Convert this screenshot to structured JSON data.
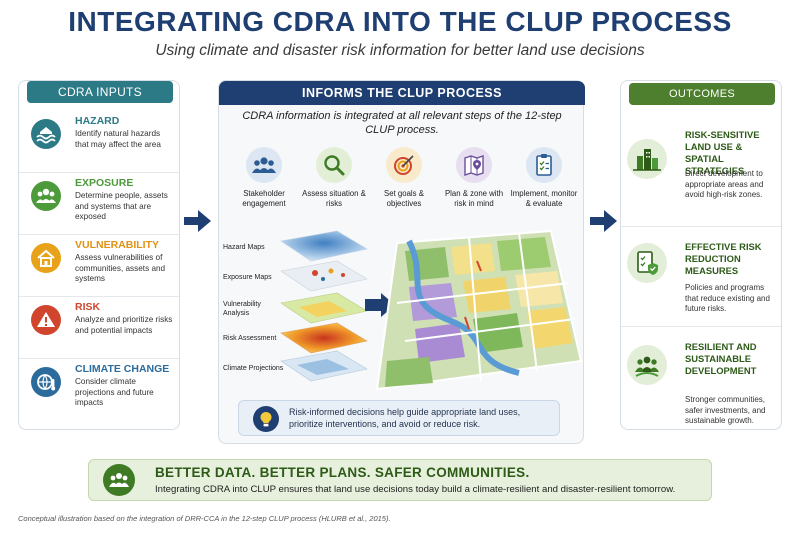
{
  "title": "INTEGRATING CDRA INTO THE CLUP PROCESS",
  "subtitle": "Using climate and disaster risk information for better land use decisions",
  "inputs": {
    "header": "CDRA INPUTS",
    "items": [
      {
        "title": "HAZARD",
        "desc": "Identify natural hazards that may affect the area",
        "color": "#2c7a86",
        "icon": "waves-icon"
      },
      {
        "title": "EXPOSURE",
        "desc": "Determine people, assets and systems that are exposed",
        "color": "#4d9a3a",
        "icon": "people-icon"
      },
      {
        "title": "VULNERABILITY",
        "desc": "Assess vulnerabilities of communities, assets and systems",
        "color": "#e8a21a",
        "icon": "house-icon"
      },
      {
        "title": "RISK",
        "desc": "Analyze and prioritize risks and potential impacts",
        "color": "#d2452d",
        "icon": "warning-icon"
      },
      {
        "title": "CLIMATE CHANGE",
        "desc": "Consider climate projections and future impacts",
        "color": "#2b6c9c",
        "icon": "globe-icon"
      }
    ]
  },
  "center": {
    "header": "INFORMS THE CLUP PROCESS",
    "intro": "CDRA information is integrated at all relevant steps of the 12-step CLUP process.",
    "steps": [
      {
        "label": "Stakeholder engagement",
        "icon": "stakeholder-icon",
        "color": "#dce7f3"
      },
      {
        "label": "Assess situation & risks",
        "icon": "magnifier-icon",
        "color": "#e2efd6"
      },
      {
        "label": "Set goals & objectives",
        "icon": "target-icon",
        "color": "#f8eacb"
      },
      {
        "label": "Plan & zone with risk in mind",
        "icon": "map-pin-icon",
        "color": "#e7dff0"
      },
      {
        "label": "Implement, monitor & evaluate",
        "icon": "clipboard-icon",
        "color": "#dce7f3"
      }
    ],
    "layers": [
      "Hazard Maps",
      "Exposure Maps",
      "Vulnerability Analysis",
      "Risk Assessment",
      "Climate Projections"
    ],
    "callout": "Risk-informed decisions help guide appropriate land uses, prioritize interventions, and avoid or reduce risk."
  },
  "outcomes": {
    "header": "OUTCOMES",
    "items": [
      {
        "title": "RISK-SENSITIVE LAND USE & SPATIAL STRATEGIES",
        "desc": "Direct development to appropriate areas and avoid high-risk zones.",
        "icon": "city-icon"
      },
      {
        "title": "EFFECTIVE RISK REDUCTION MEASURES",
        "desc": "Policies and programs that reduce existing and future risks.",
        "icon": "checklist-shield-icon"
      },
      {
        "title": "RESILIENT AND SUSTAINABLE DEVELOPMENT",
        "desc": "Stronger communities, safer investments, and sustainable growth.",
        "icon": "community-leaf-icon"
      }
    ]
  },
  "banner": {
    "title": "BETTER DATA. BETTER PLANS. SAFER COMMUNITIES.",
    "text": "Integrating CDRA into CLUP ensures that land use decisions today build a climate-resilient and disaster-resilient tomorrow."
  },
  "footnote": "Conceptual illustration based on the integration of DRR-CCA in the 12-step CLUP process (HLURB et al., 2015)."
}
